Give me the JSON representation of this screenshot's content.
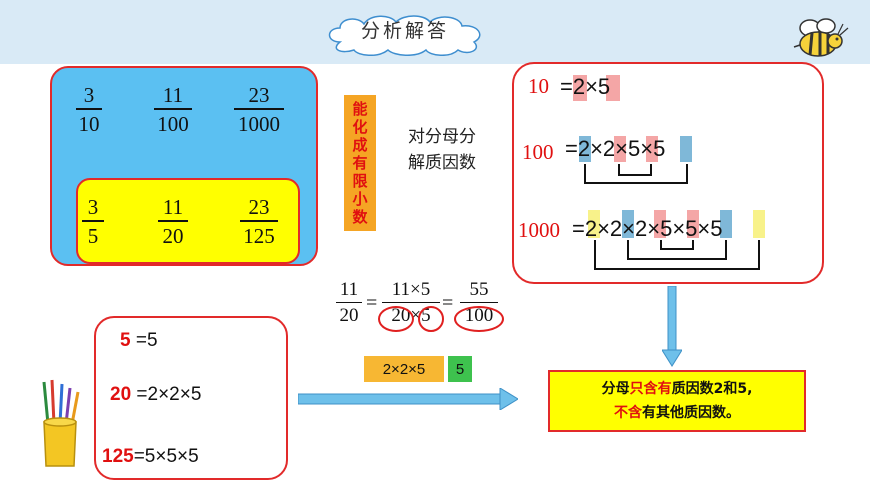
{
  "header": {
    "title": "分析解答"
  },
  "fractions_top": [
    {
      "num": "3",
      "den": "10"
    },
    {
      "num": "11",
      "den": "100"
    },
    {
      "num": "23",
      "den": "1000"
    }
  ],
  "fractions_bottom": [
    {
      "num": "3",
      "den": "5"
    },
    {
      "num": "11",
      "den": "20"
    },
    {
      "num": "23",
      "den": "125"
    }
  ],
  "vertical_label": [
    "能",
    "化",
    "成",
    "有",
    "限",
    "小",
    "数"
  ],
  "decompose_label": {
    "line1": "对分母分",
    "line2": "解质因数"
  },
  "right_box": {
    "rows": [
      {
        "label": "10",
        "expr": "=2×5"
      },
      {
        "label": "100",
        "expr": "=2×2×5×5"
      },
      {
        "label": "1000",
        "expr": "=2×2×2×5×5×5"
      }
    ]
  },
  "equation": {
    "f1": {
      "num": "11",
      "den": "20"
    },
    "f2": {
      "num": "11×5",
      "den": "20×5"
    },
    "f3": {
      "num": "55",
      "den": "100"
    },
    "eq": "="
  },
  "tags": {
    "orange": "2×2×5",
    "green": "5"
  },
  "left_bottom": {
    "rows": [
      {
        "n": "5",
        "expr": "=5"
      },
      {
        "n": "20",
        "expr": "=2×2×5"
      },
      {
        "n": "125",
        "expr": "=5×5×5"
      }
    ]
  },
  "conclusion": {
    "p1": "分母",
    "p2": "只含有",
    "p3": "质因数2和5,",
    "p4": "不含",
    "p5": "有其他质因数。"
  },
  "colors": {
    "accent_red": "#e22a2a",
    "blue_box": "#5bc0f2",
    "yellow_box": "#ffff00",
    "orange_label": "#f5a524",
    "highlight_pink": "#f4a6a6",
    "highlight_blue": "#7fb8d8",
    "highlight_yellow": "#f8f28a"
  }
}
